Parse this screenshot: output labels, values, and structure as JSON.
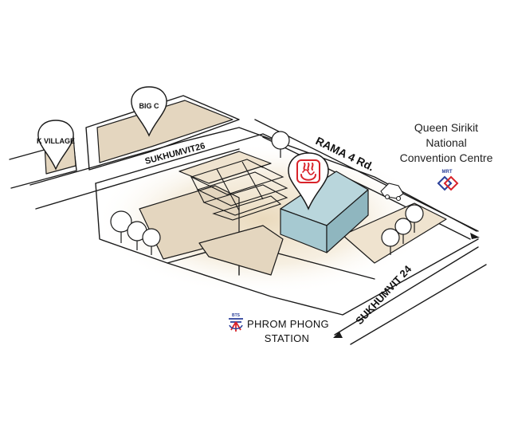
{
  "markers": {
    "big_c": "BIG C",
    "k_village": "K VILLAGE"
  },
  "roads": {
    "sukhumvit26": "SUKHUMVIT26",
    "rama4": "RAMA 4 Rd.",
    "sukhumvit24": "SUKHUMVIT 24"
  },
  "landmarks": {
    "qsncc_line1": "Queen Sirikit",
    "qsncc_line2": "National",
    "qsncc_line3": "Convention Centre",
    "mrt_logo_text": "MRT",
    "station_line1": "PHROM PHONG",
    "station_line2": "STATION",
    "bts_logo_text": "BTS"
  },
  "icons": {
    "destination": "hot-spring-icon",
    "destination_color": "#d9232a"
  },
  "colors": {
    "block_fill": "#e4d6bf",
    "building_top": "#b9d6dc",
    "building_side": "#8fb6bf",
    "glow": "#e8d8b8",
    "mrt_red": "#d9232a",
    "mrt_blue": "#2a3f99"
  }
}
